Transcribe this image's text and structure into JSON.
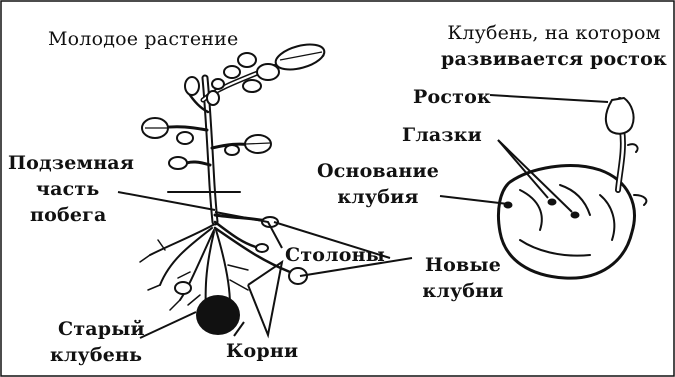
{
  "labels": {
    "young_plant": "Молодое растение",
    "tuber_sprout_line1": "Клубень, на котором",
    "tuber_sprout_line2": "развивается росток",
    "sprout": "Росток",
    "eyes": "Глазки",
    "tuber_base_line1": "Основание",
    "tuber_base_line2": "клубия",
    "underground_line1": "Подземная",
    "underground_line2": "часть",
    "underground_line3": "побега",
    "stolons": "Столоны",
    "new_tubers_line1": "Новые",
    "new_tubers_line2": "клубни",
    "old_tuber_line1": "Старый",
    "old_tuber_line2": "клубень",
    "roots": "Корни"
  },
  "colors": {
    "ink": "#111111",
    "background": "#ffffff"
  }
}
